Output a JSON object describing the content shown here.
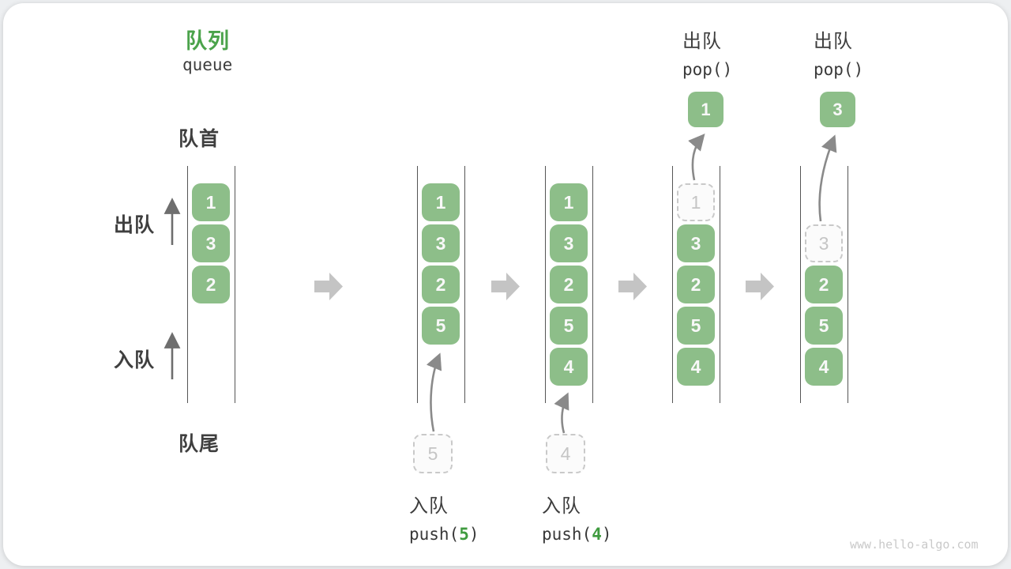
{
  "title": {
    "zh": "队列",
    "en": "queue"
  },
  "side_labels": {
    "front": "队首",
    "rear": "队尾",
    "dequeue": "出队",
    "enqueue": "入队"
  },
  "colors": {
    "box_green": "#8dbe89",
    "accent_green": "#4ba34b",
    "code_arg_green": "#3f9b3f",
    "dark_text": "#3f3f3f",
    "dashed_gray": "#c9c9c9",
    "arrow_gray": "#8a8a8a",
    "block_arrow_gray": "#c4c4c4"
  },
  "queues": [
    {
      "items": [
        {
          "value": "1"
        },
        {
          "value": "3"
        },
        {
          "value": "2"
        }
      ]
    },
    {
      "items": [
        {
          "value": "1"
        },
        {
          "value": "3"
        },
        {
          "value": "2"
        },
        {
          "value": "5"
        }
      ]
    },
    {
      "items": [
        {
          "value": "1"
        },
        {
          "value": "3"
        },
        {
          "value": "2"
        },
        {
          "value": "5"
        },
        {
          "value": "4"
        }
      ]
    },
    {
      "items": [
        {
          "value": "1",
          "dashed": true
        },
        {
          "value": "3"
        },
        {
          "value": "2"
        },
        {
          "value": "5"
        },
        {
          "value": "4"
        }
      ]
    },
    {
      "items": [
        {
          "value": "3",
          "dashed": true
        },
        {
          "value": "2"
        },
        {
          "value": "5"
        },
        {
          "value": "4"
        }
      ]
    }
  ],
  "pop_annotations": [
    {
      "label_zh": "出队",
      "code": "pop()",
      "popped_value": "1"
    },
    {
      "label_zh": "出队",
      "code": "pop()",
      "popped_value": "3"
    }
  ],
  "push_annotations": [
    {
      "label_zh": "入队",
      "code_prefix": "push(",
      "arg": "5",
      "code_suffix": ")",
      "staged_value": "5"
    },
    {
      "label_zh": "入队",
      "code_prefix": "push(",
      "arg": "4",
      "code_suffix": ")",
      "staged_value": "4"
    }
  ],
  "watermark": "www.hello-algo.com"
}
